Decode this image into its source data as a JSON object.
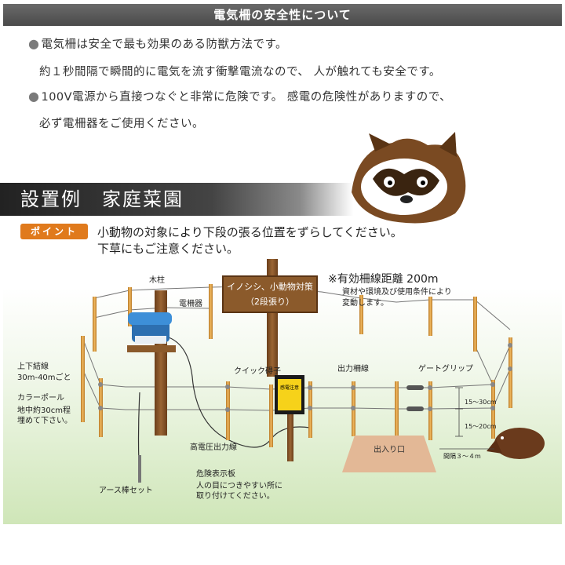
{
  "header": {
    "title": "電気柵の安全性について"
  },
  "intro": {
    "line1": "電気柵は安全で最も効果のある防獣方法です。",
    "line2": "約１秒間隔で瞬間的に電気を流す衝撃電流なので、 人が触れても安全です。",
    "line3": "100V電源から直接つなぐと非常に危険です。 感電の危険性がありますので、",
    "line4": "必ず電柵器をご使用ください。",
    "bullet": "●"
  },
  "section": {
    "title": "設置例　家庭菜園",
    "badge": "ポイント",
    "point1": "小動物の対象により下段の張る位置をずらしてください。",
    "point2": "下草にもご注意ください。"
  },
  "signboard": {
    "line1": "イノシシ、小動物対策",
    "line2": "（2段張り）"
  },
  "range_note": {
    "title": "※有効柵線距離 200m",
    "line1": "資材や環境及び使用条件により",
    "line2": "変動します。"
  },
  "labels": {
    "post": "木柱",
    "energizer": "電柵器",
    "joint1": "上下結線",
    "joint2": "30m-40mごと",
    "pole1": "カラーポール",
    "pole2": "地中約30cm程",
    "pole3": "埋めて下さい。",
    "insulator": "クイック碍子",
    "output_wire": "出力柵線",
    "gate_grip": "ゲートグリップ",
    "gap_upper": "15～30cm",
    "gap_lower": "15～20cm",
    "hv_wire": "高電圧出力線",
    "entrance": "出入り口",
    "spacing": "間隔３～４m",
    "earth_rod": "アース棒セット",
    "warning_sign": "危険表示板",
    "warning_note1": "人の目につきやすい所に",
    "warning_note2": "取り付けてください。",
    "sign_plate": "感電注意"
  },
  "colors": {
    "header_bg": "#555555",
    "badge": "#e07a1c",
    "grass": "#cfe6b8",
    "pole": "#d89a3c",
    "wood": "#8b5a2b",
    "energizer": "#2d6fb0",
    "entrance": "#e3b896"
  }
}
